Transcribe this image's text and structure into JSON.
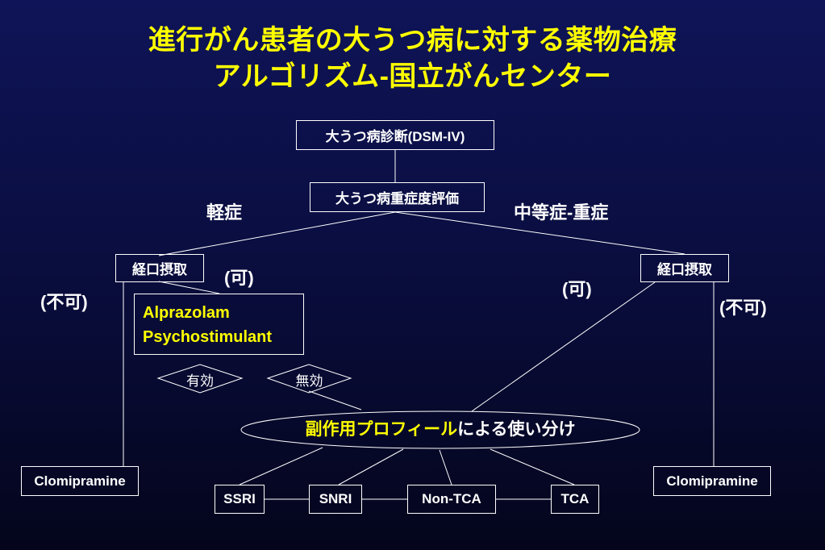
{
  "title": {
    "line1": "進行がん患者の大うつ病に対する薬物治療",
    "line2_main": "アルゴリズム",
    "line2_suffix": "-国立がんセンター"
  },
  "nodes": {
    "diagnosis": "大うつ病診断(DSM-IV)",
    "severity": "大うつ病重症度評価",
    "oral_left": "経口摂取",
    "oral_right": "経口摂取",
    "drugs_line1": "Alprazolam",
    "drugs_line2": "Psychostimulant",
    "clomipramine_left": "Clomipramine",
    "clomipramine_right": "Clomipramine",
    "ssri": "SSRI",
    "snri": "SNRI",
    "non_tca": "Non-TCA",
    "tca": "TCA"
  },
  "labels": {
    "mild": "軽症",
    "moderate_severe": "中等症-重症",
    "possible_left": "(可)",
    "not_possible_left": "(不可)",
    "possible_right": "(可)",
    "not_possible_right": "(不可)"
  },
  "decisions": {
    "effective": "有効",
    "ineffective": "無効"
  },
  "profile": {
    "highlight": "副作用プロフィール",
    "rest": "による使い分け"
  },
  "colors": {
    "background_top": "#0f1458",
    "background_bottom": "#04051c",
    "title": "#ffff00",
    "highlight": "#ffff00",
    "line": "#ffffff"
  }
}
